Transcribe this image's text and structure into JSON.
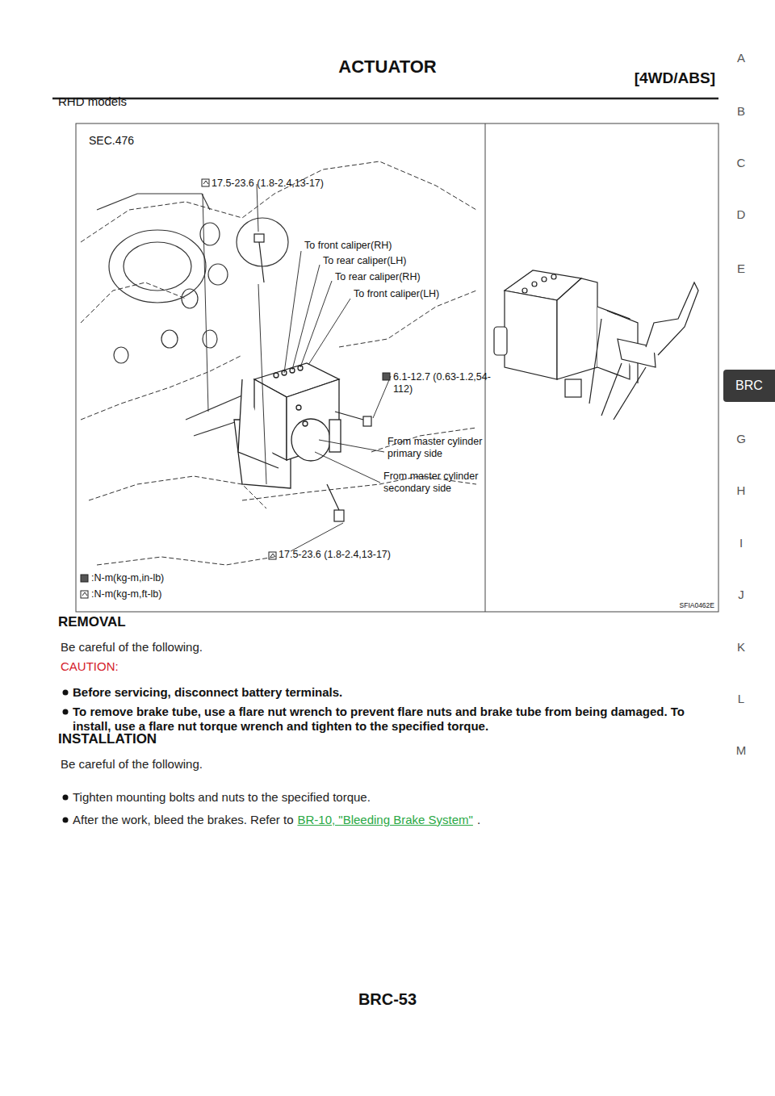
{
  "diagram": {
    "title": "ACTUATOR",
    "nodes": [
      {
        "text": [
          "BRC"
        ]
      }
    ],
    "labels": [
      "[4WD/ABS]",
      "RHD models",
      "SEC.476",
      "17.5-23.6 (1.8-2.4,13-17)",
      "To front caliper(RH)",
      "To rear caliper(LH)",
      "To rear caliper(RH)",
      "To front caliper(LH)",
      "6.1-12.7 (0.63-1.2,54-112)",
      "From master cylinder primary side",
      "From master cylinder secondary side",
      "17.5-23.6 (1.8-2.4,13-17)",
      "SFIA0462E",
      "REMOVAL",
      "Be careful of the following.",
      "CAUTION:",
      "Before servicing, disconnect battery terminals.",
      "To remove brake tube, use a flare nut wrench to prevent flare nuts and brake tube from being damaged. To install, use a flare nut torque wrench and tighten to the specified torque.",
      "INSTALLATION",
      "Be careful of the following.",
      "Tighten mounting bolts and nuts to the specified torque.",
      "After the work, bleed the brakes. Refer to",
      "BR-10, \"Bleeding Brake System\"",
      ".",
      "A",
      "B",
      "C",
      "D",
      "E",
      "G",
      "H",
      "I",
      "J",
      "K",
      "L",
      "M",
      "BRC-53"
    ],
    "legend": [
      {
        "text": ":N-m(kg-m,in-lb)"
      },
      {
        "text": ":N-m(kg-m,ft-lb)"
      }
    ]
  }
}
